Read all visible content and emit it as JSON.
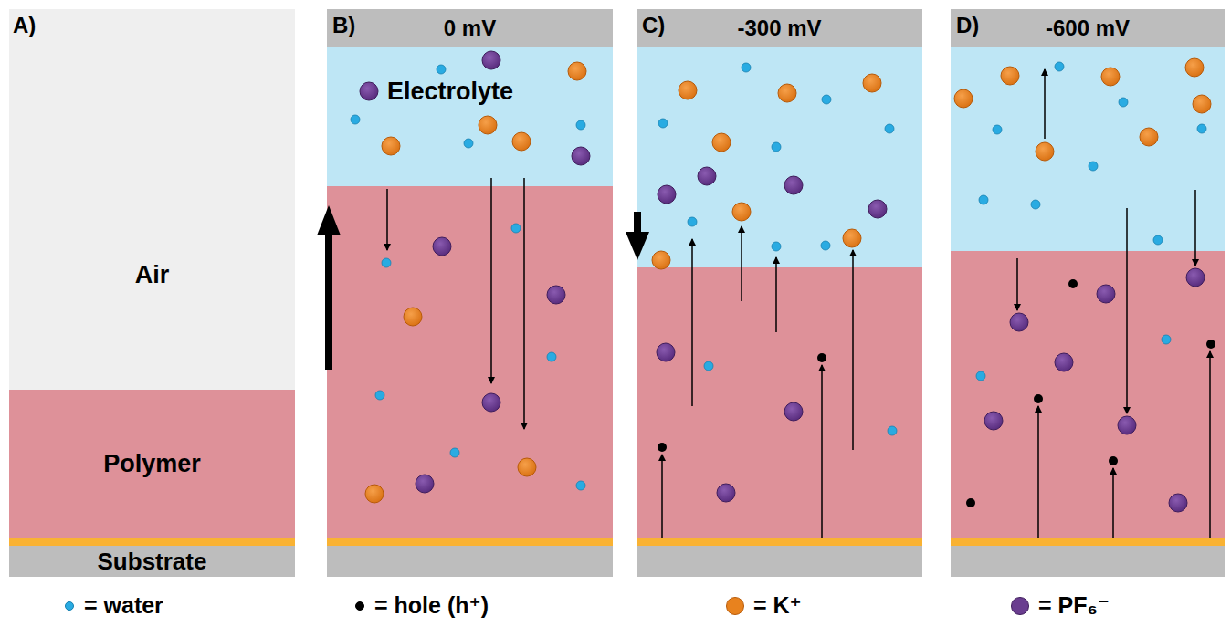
{
  "diagram": {
    "nodes": [
      {
        "text": [
          "Air"
        ]
      },
      {
        "text": [
          "Polymer"
        ]
      },
      {
        "text": [
          "Substrate"
        ]
      },
      {
        "text": [
          "0 mV"
        ]
      },
      {
        "text": [
          "Electrolyte"
        ]
      },
      {
        "text": [
          "-300 mV"
        ]
      },
      {
        "text": [
          "-600 mV"
        ]
      }
    ],
    "labels": [
      "A)",
      "B)",
      "C)",
      "D)"
    ],
    "legend": [
      {
        "text": "= water",
        "color": "#29abe2"
      },
      {
        "text": "= hole (h⁺)",
        "color": "#000000"
      },
      {
        "text": "= K⁺",
        "color": "#e8821e"
      },
      {
        "text": "= PF₆⁻",
        "color": "#6a3d8f"
      }
    ]
  }
}
